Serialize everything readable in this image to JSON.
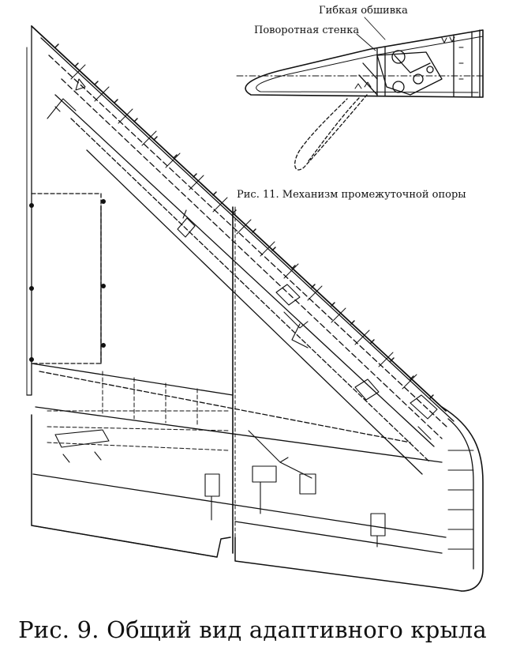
{
  "labels": {
    "flexible_skin": "Гибкая обшивка",
    "rotating_wall": "Поворотная стенка"
  },
  "captions": {
    "fig11": "Рис. 11. Механизм промежуточной опоры",
    "fig9": "Рис. 9. Общий вид адаптивного крыла"
  },
  "colors": {
    "ink": "#111111",
    "background": "#ffffff"
  }
}
